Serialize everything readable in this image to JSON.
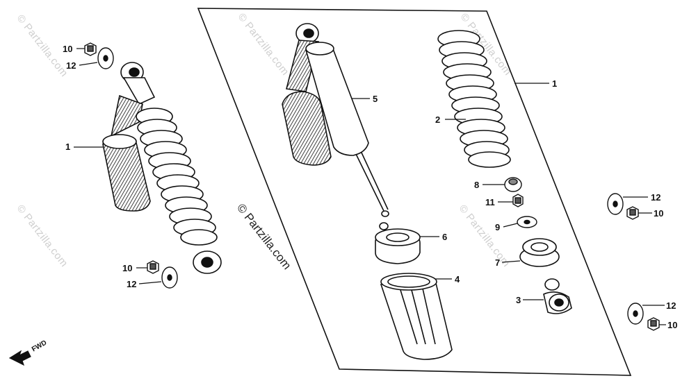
{
  "watermark": "© Partzilla.com",
  "watermark_center": "© Partzilla.com",
  "fwd_label": "FWD",
  "callouts": {
    "c1_left": "1",
    "c1_right": "1",
    "c2": "2",
    "c3": "3",
    "c4": "4",
    "c5": "5",
    "c6": "6",
    "c7": "7",
    "c8": "8",
    "c9": "9",
    "c10_top_left": "10",
    "c10_bottom_left": "10",
    "c10_right_upper": "10",
    "c10_right_lower": "10",
    "c11": "11",
    "c12_top_left": "12",
    "c12_bottom_left": "12",
    "c12_right_upper": "12",
    "c12_right_lower": "12"
  },
  "colors": {
    "line": "#111111",
    "watermark": "#cfcfcf"
  }
}
